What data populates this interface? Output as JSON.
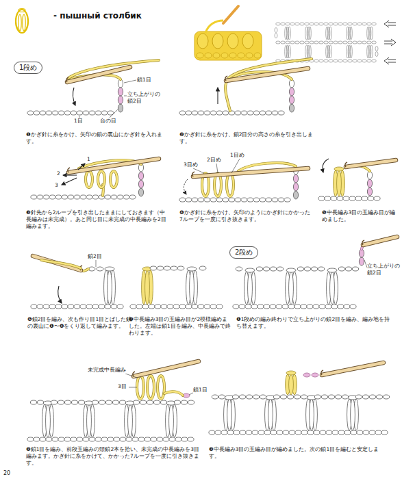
{
  "diagram": {
    "title": "- пышный столбик",
    "nodes": [
      {
        "text": [
          "1段め"
        ]
      },
      {
        "text": [
          "2段め"
        ]
      }
    ],
    "labels": [
      "鎖1目",
      "立ち上がりの鎖2目",
      "1目",
      "台の目",
      "❶かぎ針に糸をかけ、矢印の鎖の裏山にかぎ針を入れます。",
      "❷かぎ針に糸をかけ、鎖2目分の高さの糸を引き出します。",
      "1",
      "2",
      "3",
      "3目め",
      "2目め",
      "1目め",
      "❸針先から2ループを引き出したままにしておきます（中長編みは未完成）。あと同じ目に未完成の中長編みを2目編みます。",
      "❹かぎ針に糸をかけ、矢印のようにかぎ針にかかった7ループを一度に引き抜きます。",
      "❺中長編み3目の玉編み目が編めました。",
      "鎖2目",
      "❻鎖2目を編み、次も作り目1目とばした鎖の裏山に❶〜❹をくり返して編みます。",
      "❼中長編み3目の玉編み目が2模様編めました。左端は鎖1目を編み、中長編みで終わります。",
      "立ち上がりの鎖2目",
      "❶1段めの編み終わりで立ち上がりの鎖2目を編み、編み地を持ち替えます。",
      "未完成中長編み",
      "3目",
      "鎖1目",
      "❷鎖1目を編み、前段玉編みの頭鎖2本を拾い、未完成の中長編みを3目編みます。かぎ針に糸をかけて、かかった7ループを一度に引き抜きます。",
      "❸中長編み3目の玉編み目が編めました。次の鎖1目を編むと安定します。",
      "20"
    ]
  }
}
